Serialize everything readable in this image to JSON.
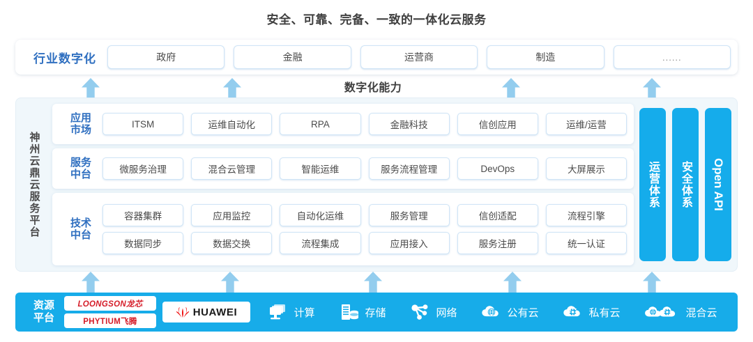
{
  "title": "安全、可靠、完备、一致的一体化云服务",
  "industry": {
    "label": "行业数字化",
    "items": [
      "政府",
      "金融",
      "运营商",
      "制造",
      "......"
    ]
  },
  "capability_label": "数字化能力",
  "platform": {
    "label": "神州云鼎云服务平台",
    "rows": [
      {
        "label": "应用\n市场",
        "label_line1": "应用",
        "label_line2": "市场",
        "items": [
          "ITSM",
          "运维自动化",
          "RPA",
          "金融科技",
          "信创应用",
          "运维/运营"
        ]
      },
      {
        "label_line1": "服务",
        "label_line2": "中台",
        "items": [
          "微服务治理",
          "混合云管理",
          "智能运维",
          "服务流程管理",
          "DevOps",
          "大屏展示"
        ]
      },
      {
        "label_line1": "技术",
        "label_line2": "中台",
        "items_top": [
          "容器集群",
          "应用监控",
          "自动化运维",
          "服务管理",
          "信创适配",
          "流程引擎"
        ],
        "items_bottom": [
          "数据同步",
          "数据交换",
          "流程集成",
          "应用接入",
          "服务注册",
          "统一认证"
        ]
      }
    ],
    "vertical_bars": [
      "运营体系",
      "安全体系",
      "Open API"
    ]
  },
  "resource": {
    "label_line1": "资源",
    "label_line2": "平台",
    "chips": [
      "LOONGSON龙芯",
      "PHYTIUM飞腾"
    ],
    "huawei": "HUAWEI",
    "items": [
      {
        "name": "计算",
        "icon": "compute-icon"
      },
      {
        "name": "存储",
        "icon": "storage-icon"
      },
      {
        "name": "网络",
        "icon": "network-icon"
      },
      {
        "name": "公有云",
        "icon": "public-cloud-icon"
      },
      {
        "name": "私有云",
        "icon": "private-cloud-icon"
      },
      {
        "name": "混合云",
        "icon": "hybrid-cloud-icon"
      }
    ]
  },
  "colors": {
    "accent_blue": "#17ace9",
    "arrow_blue": "#93cdee",
    "label_blue": "#2f6fc0",
    "panel_bg": "#f0f7fb",
    "chip_red": "#d51c28"
  },
  "arrows": {
    "top_x": [
      130,
      333,
      733,
      935
    ],
    "bottom_x": [
      130,
      330,
      535,
      735,
      935
    ]
  }
}
